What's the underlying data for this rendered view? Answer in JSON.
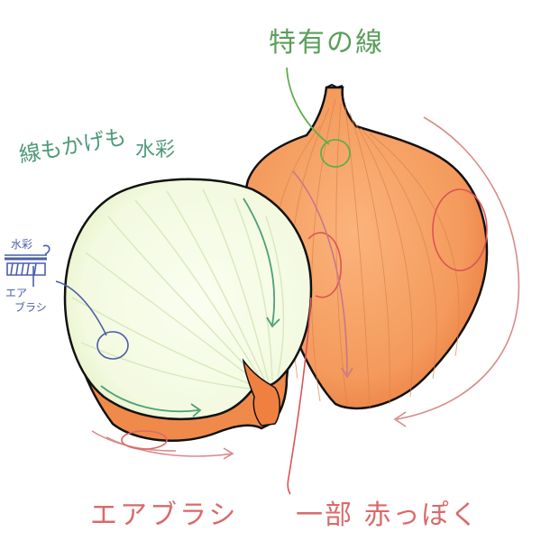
{
  "annotations": {
    "unique_lines": {
      "text": "特有の線",
      "color": "#5a9e5a"
    },
    "lines_and_shadow": {
      "text": "線もかげも",
      "color": "#4e9a7a"
    },
    "watercolor_top": {
      "text": "水彩",
      "color": "#4e9a7a"
    },
    "brush_legend": {
      "brush_label": "水彩",
      "label_line1": "エア",
      "label_line2": "ブラシ",
      "color": "#4a5fa8"
    },
    "airbrush_bottom": {
      "text": "エアブラシ",
      "color": "#d96a6a"
    },
    "partly_reddish": {
      "text": "一部 赤っぽく",
      "color": "#d96a6a"
    }
  },
  "colors": {
    "onion_skin": "#f7a56a",
    "onion_skin_dark": "#ec7f45",
    "onion_cut_face": "#f6fce8",
    "onion_cut_lines": "#dcebc2",
    "outline": "#111111",
    "arrow_green": "#4ca07a",
    "circle_green": "#5fae4a",
    "arrow_red": "#d96a6a",
    "circle_blue": "#4a5fa8"
  }
}
